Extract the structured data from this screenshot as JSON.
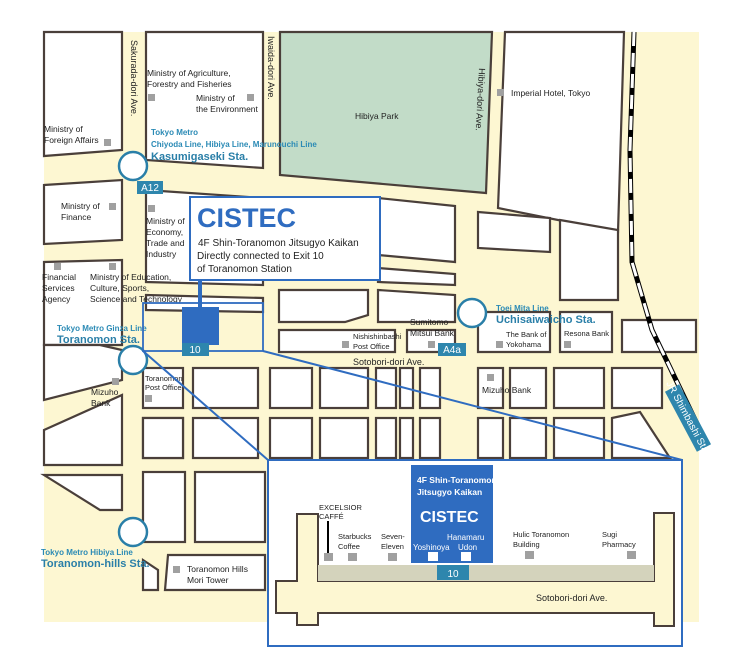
{
  "colors": {
    "road": "#fdf7d2",
    "road_edge": "#4a3f3a",
    "park": "#c2dcc8",
    "station_ring": "#2a7fa8",
    "exit_badge": "#2e86ad",
    "cistec_blue": "#2f6cc0",
    "building": "#a0a0a0",
    "underpass": "#d4d3bc"
  },
  "roads": {
    "sakurada": "Sakurada-dori Ave.",
    "iwaida": "Iwaida-dori Ave.",
    "hibiya": "Hibiya-dori Ave.",
    "sotobori": "Sotobori-dori Ave.",
    "sotobori_inset": "Sotobori-dori Ave."
  },
  "park": "Hibiya Park",
  "landmarks": {
    "agriculture": [
      "Ministry of Agriculture,",
      "Forestry and Fisheries"
    ],
    "environment": [
      "Ministry of",
      "the Environment"
    ],
    "foreign": [
      "Ministry of",
      "Foreign Affairs"
    ],
    "imperial": "Imperial Hotel, Tokyo",
    "finance": [
      "Ministry of",
      "Finance"
    ],
    "economy": [
      "Ministry of",
      "Economy,",
      "Trade and",
      "Industry"
    ],
    "fsa": [
      "Financial",
      "Services",
      "Agency"
    ],
    "education": [
      "Ministry of Education,",
      "Culture, Sports,",
      "Science and Technology"
    ],
    "nishishinbashi_po": [
      "Nishishinbashi",
      "Post Office"
    ],
    "smbc": [
      "Sumitomo",
      "Mitsui Bank"
    ],
    "yokohama": [
      "The Bank of",
      "Yokohama"
    ],
    "resona": "Resona Bank",
    "mizuho_west": [
      "Mizuho",
      "Bank"
    ],
    "toranomon_po": [
      "Toranomon",
      "Post Office"
    ],
    "mizuho_east": "Mizuho Bank",
    "mori_tower": [
      "Toranomon Hills",
      "Mori Tower"
    ]
  },
  "stations": {
    "kasumigaseki": {
      "line1": "Tokyo Metro",
      "line2": "Chiyoda Line, Hibiya Line, Marunouchi Line",
      "name": "Kasumigaseki Sta.",
      "exit": "A12"
    },
    "toranomon": {
      "line": "Tokyo Metro Ginza Line",
      "name": "Toranomon Sta.",
      "exit": "10"
    },
    "uchisaiwaicho": {
      "line": "Toei Mita Line",
      "name": "Uchisaiwaicho Sta.",
      "exit": "A4a"
    },
    "toranomon_hills": {
      "line": "Tokyo Metro Hibiya Line",
      "name": "Toranomon-hills Sta."
    },
    "shimbashi": {
      "name": "JR Shimbashi Sta."
    }
  },
  "callout": {
    "title": "CISTEC",
    "line1": "4F Shin-Toranomon Jitsugyo Kaikan",
    "line2": "Directly connected to Exit 10",
    "line3": "of Toranomon Station"
  },
  "inset": {
    "building_line1": "4F Shin-Toranomon",
    "building_line2": "Jitsugyo Kaikan",
    "title": "CISTEC",
    "exit": "10",
    "shops": {
      "excelsior": [
        "EXCELSIOR",
        "CAFFÉ"
      ],
      "starbucks": [
        "Starbucks",
        "Coffee"
      ],
      "seven": [
        "Seven-",
        "Eleven"
      ],
      "yoshinoya": "Yoshinoya",
      "hanamaru": [
        "Hanamaru",
        "Udon"
      ],
      "hulic": [
        "Hulic Toranomon",
        "Building"
      ],
      "sugi": [
        "Sugi",
        "Pharmacy"
      ]
    }
  }
}
